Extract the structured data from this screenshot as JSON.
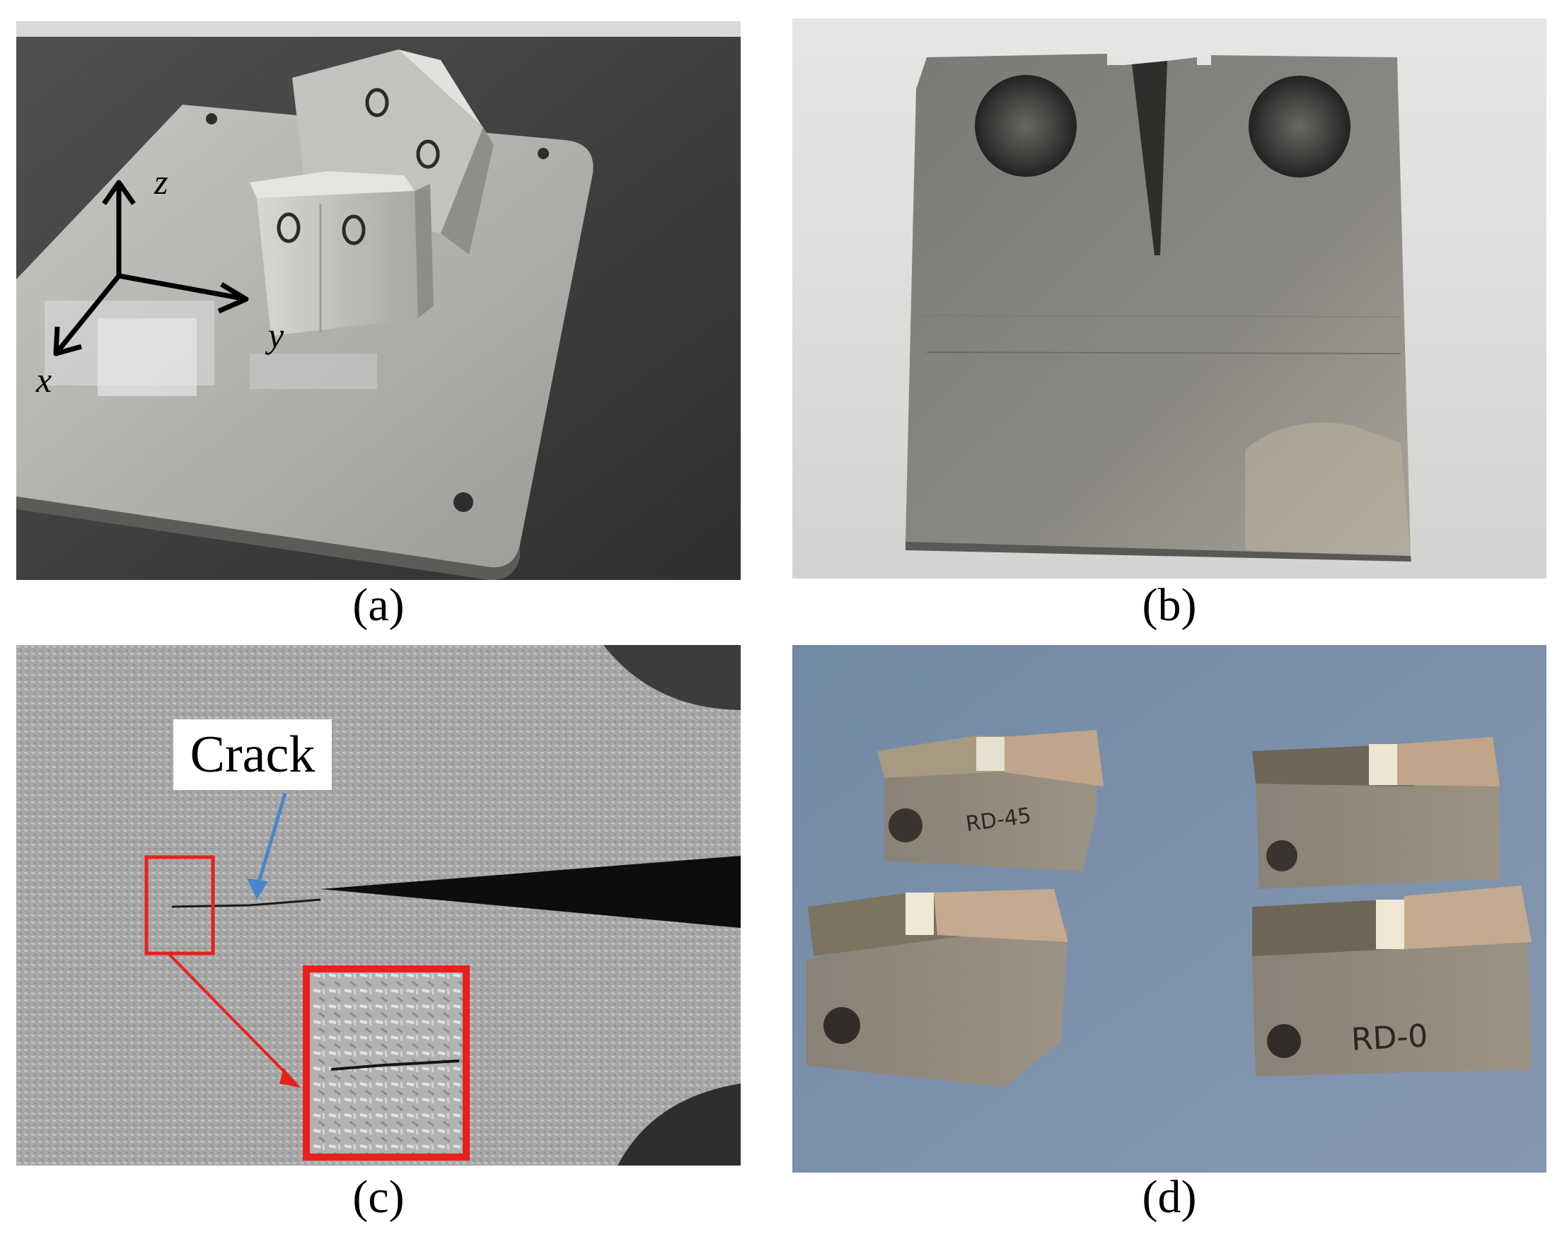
{
  "captions": {
    "a": "(a)",
    "b": "(b)",
    "c": "(c)",
    "d": "(d)"
  },
  "panel_a": {
    "axes": {
      "z": "z",
      "y": "y",
      "x": "x"
    }
  },
  "panel_c": {
    "crack_label": "Crack"
  },
  "panel_d": {
    "specimen_marks": [
      "RD-45",
      "RD-0"
    ]
  },
  "colors": {
    "highlight_box": "#e8201c",
    "arrow_blue": "#4a86d0",
    "plate_grey": "#b9b7b2",
    "background_dark": "#3a3a3a",
    "table_blue": "#6f85a3"
  }
}
